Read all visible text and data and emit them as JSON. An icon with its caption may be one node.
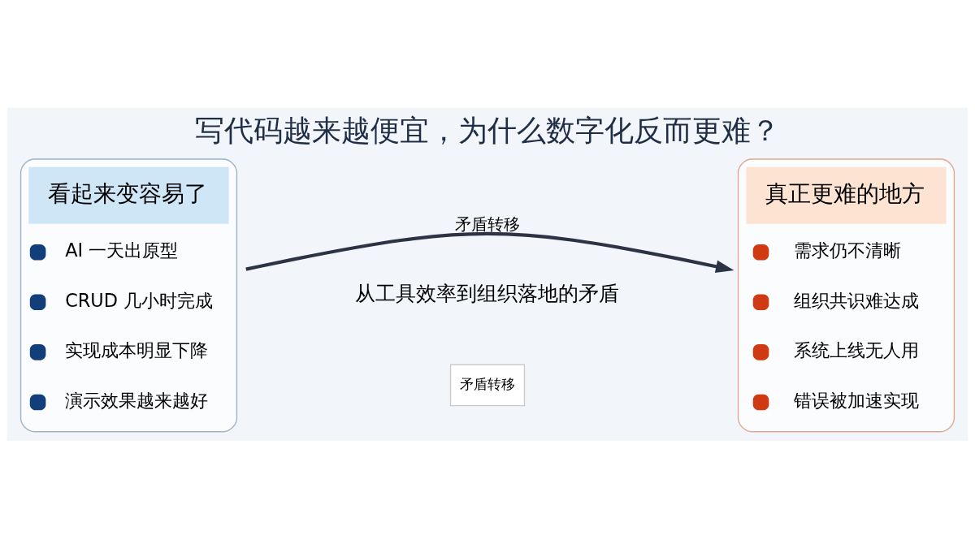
{
  "diagram": {
    "title": "写代码越来越便宜，为什么数字化反而更难？",
    "nodes": [
      {
        "text": [
          "看起来变容易了",
          "AI 一天出原型",
          "CRUD 几小时完成",
          "实现成本明显下降",
          "演示效果越来越好"
        ]
      },
      {
        "text": [
          "真正更难的地方",
          "需求仍不清晰",
          "组织共识难达成",
          "系统上线无人用",
          "错误被加速实现"
        ]
      }
    ],
    "edges": [
      {
        "from": 0,
        "to": 1,
        "arrow": "to",
        "label": "矛盾转移"
      }
    ],
    "labels": [
      "从工具效率到组织落地的矛盾",
      "矛盾转移"
    ]
  }
}
